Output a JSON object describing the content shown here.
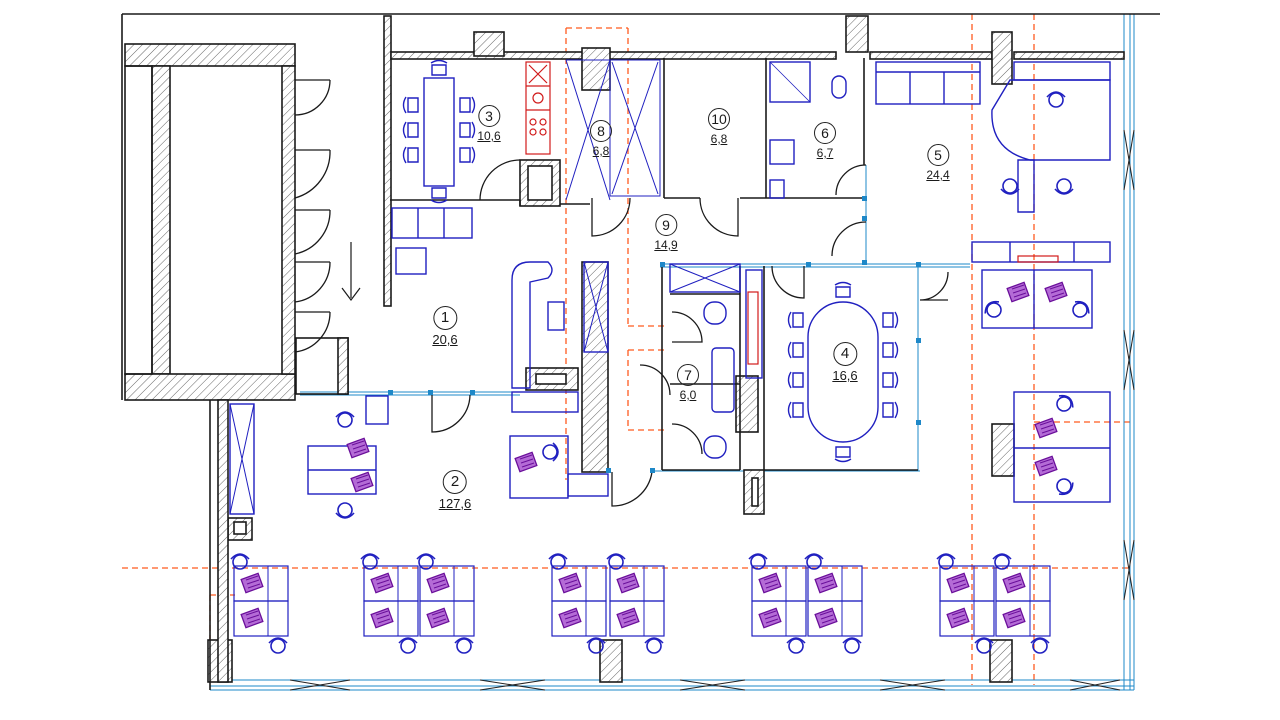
{
  "colors": {
    "wall_outline": "#1a1a1a",
    "wall_hatch": "#555555",
    "furniture": "#2020c0",
    "chairs_accent": "#8a1fb5",
    "axis_lines": "#ff5a1f",
    "glazing": "#1e88c8",
    "kitchen": "#d11a1a"
  },
  "rooms": [
    {
      "id": "1",
      "number": "1",
      "area": "20,6"
    },
    {
      "id": "2",
      "number": "2",
      "area": "127,6"
    },
    {
      "id": "3",
      "number": "3",
      "area": "10,6"
    },
    {
      "id": "4",
      "number": "4",
      "area": "16,6"
    },
    {
      "id": "5",
      "number": "5",
      "area": "24,4"
    },
    {
      "id": "6",
      "number": "6",
      "area": "6,7"
    },
    {
      "id": "7",
      "number": "7",
      "area": "6,0"
    },
    {
      "id": "8",
      "number": "8",
      "area": "6,8"
    },
    {
      "id": "9",
      "number": "9",
      "area": "14,9"
    },
    {
      "id": "10",
      "number": "10",
      "area": "6,8"
    }
  ]
}
